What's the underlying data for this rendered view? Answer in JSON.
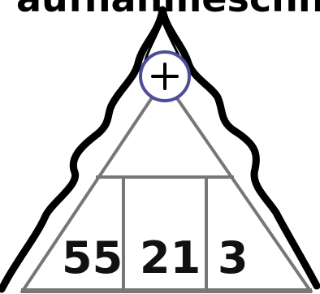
{
  "title_fragment": "aufnahmeschnitt",
  "operator": "+",
  "cells": [
    "55",
    "21",
    "3"
  ],
  "colors": {
    "outline": "#000000",
    "triangle_lines": "#777777",
    "operator_circle": "#4d4d99",
    "numbers": "#111111"
  }
}
